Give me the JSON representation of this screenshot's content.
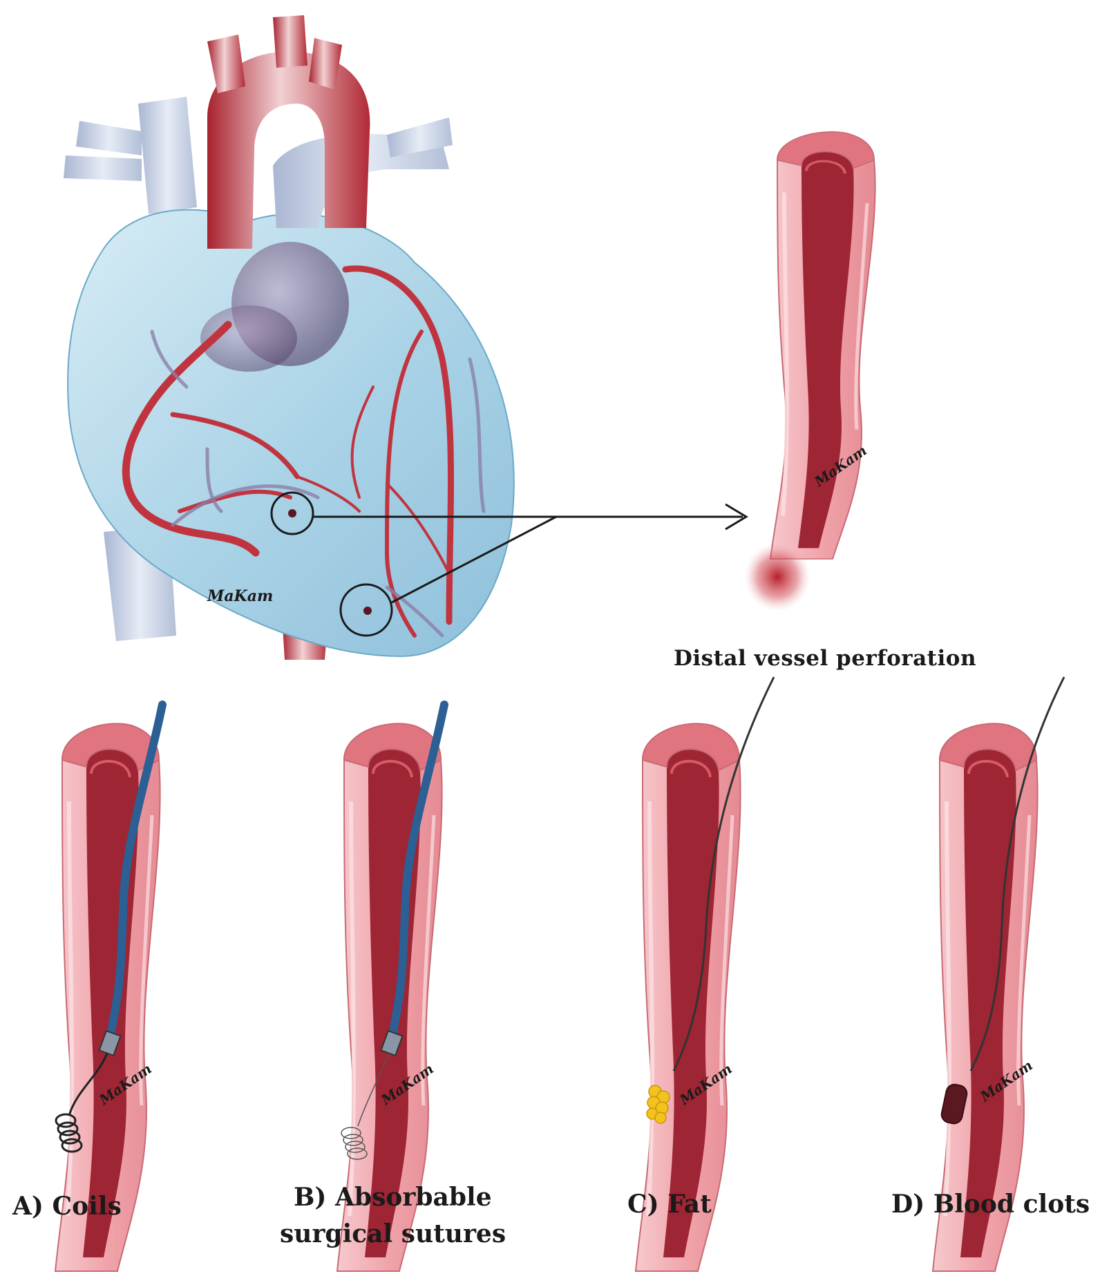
{
  "diagram": {
    "perforation_label": "Distal vessel perforation",
    "signature": "MaKam",
    "panels": [
      {
        "id": "A",
        "label": "A) Coils",
        "material": "coil"
      },
      {
        "id": "B",
        "label_line1": "B) Absorbable",
        "label_line2": "surgical sutures",
        "material": "suture"
      },
      {
        "id": "C",
        "label": "C) Fat",
        "material": "fat"
      },
      {
        "id": "D",
        "label": "D) Blood clots",
        "material": "clot"
      }
    ],
    "colors": {
      "heart": "#b9dceb",
      "vena": "#c9d3e6",
      "artery": "#c0343f",
      "vessel_wall": "#ee9ea6",
      "lumen": "#9e2533",
      "catheter": "#2c5f93",
      "fat": "#f3c21d",
      "clot": "#5a1820"
    }
  }
}
